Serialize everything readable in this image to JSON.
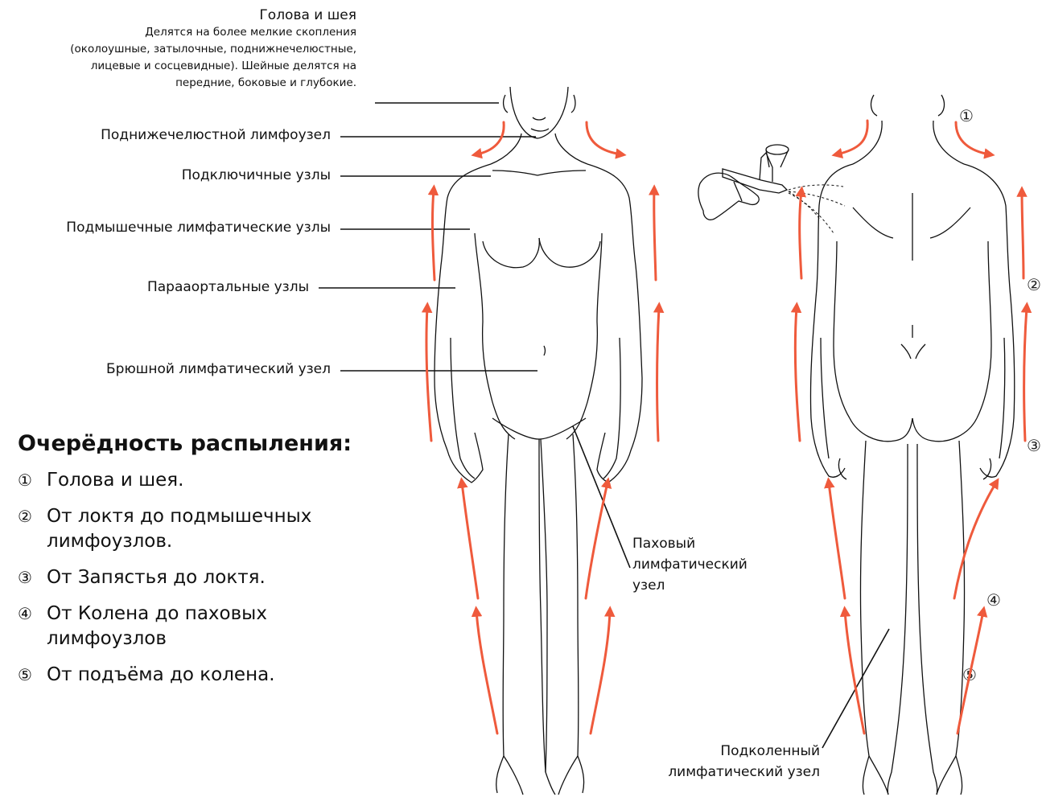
{
  "labels": {
    "head_title": "Голова и шея",
    "head_desc": [
      "Делятся на более мелкие скопления",
      "(околоушные, затылочные, поднижнечелюстные,",
      "лицевые и сосцевидные). Шейные делятся на",
      "передние, боковые и глубокие."
    ],
    "submandibular": "Поднижечелюстной лимфоузел",
    "subclavian": "Подключичные узлы",
    "axillary": "Подмышечные лимфатические узлы",
    "paraaortic": "Парааортальные узлы",
    "abdominal": "Брюшной лимфатический узел",
    "inguinal": [
      "Паховый",
      "лимфатический",
      "узел"
    ],
    "popliteal": [
      "Подколенный",
      "лимфатический узел"
    ]
  },
  "sequence": {
    "title": "Очерёдность распыления:",
    "items": [
      {
        "num": "①",
        "text": "Голова и шея."
      },
      {
        "num": "②",
        "text": "От локтя до подмышечных лимфоузлов."
      },
      {
        "num": "③",
        "text": "От Запястья до локтя."
      },
      {
        "num": "④",
        "text": "От Колена до паховых лимфоузлов"
      },
      {
        "num": "⑤",
        "text": "От подъёма до колена."
      }
    ]
  },
  "markers": [
    "①",
    "②",
    "③",
    "④",
    "⑤"
  ],
  "colors": {
    "arrow": "#ef5a3c",
    "line": "#111111"
  }
}
